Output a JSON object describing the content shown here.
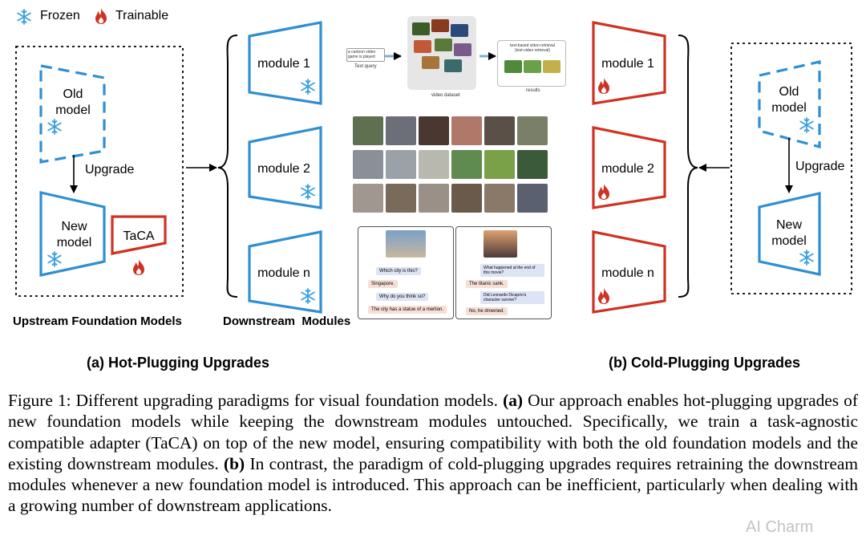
{
  "legend": {
    "frozen": "Frozen",
    "trainable": "Trainable"
  },
  "colors": {
    "frozen_blue": "#2f8fd2",
    "trainable_red": "#d03222",
    "snow_icon": "#3aa0e0"
  },
  "hot": {
    "old_model": "Old\nmodel",
    "upgrade": "Upgrade",
    "new_model": "New\nmodel",
    "taca": "TaCA",
    "upstream_label": "Upstream Foundation Models",
    "downstream_label": "Downstream  Modules",
    "modules": [
      "module 1",
      "module 2",
      "module n"
    ],
    "title": "(a) Hot-Plugging Upgrades"
  },
  "cold": {
    "old_model": "Old\nmodel",
    "upgrade": "Upgrade",
    "new_model": "New\nmodel",
    "modules": [
      "module 1",
      "module 2",
      "module n"
    ],
    "title": "(b) Cold-Plugging Upgrades"
  },
  "retrieval": {
    "query": "a cartoon video game is played",
    "query_label": "Text query",
    "dataset_label": "video dataset",
    "task": "text-based video retrieval\n(text-video retrieval)",
    "results_label": "results"
  },
  "vqa": {
    "left": [
      {
        "role": "user",
        "text": "Which city is this?"
      },
      {
        "role": "bot",
        "text": "Singapore."
      },
      {
        "role": "user",
        "text": "Why do you think so?"
      },
      {
        "role": "bot",
        "text": "The city has a statue of a merlion."
      }
    ],
    "right": [
      {
        "role": "user",
        "text": "What happened at the end of this movie?"
      },
      {
        "role": "bot",
        "text": "The titanic sank."
      },
      {
        "role": "user",
        "text": "Did Leonardo Dicaprio's character survive?"
      },
      {
        "role": "bot",
        "text": "No, he drowned."
      }
    ]
  },
  "caption": {
    "p1": "Figure 1: Different upgrading paradigms for visual foundation models. ",
    "b1": "(a)",
    "p2": " Our approach enables hot-plugging upgrades of new foundation models while keeping the downstream modules untouched. Specifically, we train a task-agnostic compatible adapter (TaCA) on top of the new model, ensuring compatibility with both the old foundation models and the existing downstream modules. ",
    "b2": "(b)",
    "p3": " In contrast, the paradigm of cold-plugging upgrades requires retraining the downstream modules whenever a new foundation model is introduced. This approach can be inefficient, particularly when dealing with a growing number of downstream applications."
  },
  "watermark": "AI Charm"
}
